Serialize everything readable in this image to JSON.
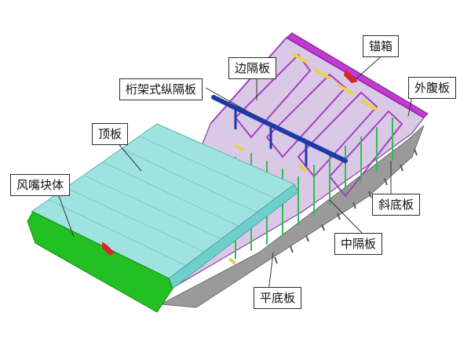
{
  "labels": {
    "anchor_box": "锚箱",
    "side_diaphragm": "边隔板",
    "truss_longitudinal_diaphragm": "桁架式纵隔板",
    "outer_web": "外腹板",
    "top_plate": "顶板",
    "wind_fairing_block": "风嘴块体",
    "inclined_bottom_plate": "斜底板",
    "middle_diaphragm": "中隔板",
    "flat_bottom_plate": "平底板"
  },
  "colors": {
    "deck_top": "#9fe3e0",
    "deck_side": "#6fcfcb",
    "wind_fairing": "#22c022",
    "web_purple": "#b455c8",
    "stiffener_green": "#2fbf55",
    "truss_blue": "#1e3aa8",
    "bottom_grey": "#8c8c8c",
    "accent_yellow": "#e8d24a",
    "accent_red": "#d9262c"
  }
}
